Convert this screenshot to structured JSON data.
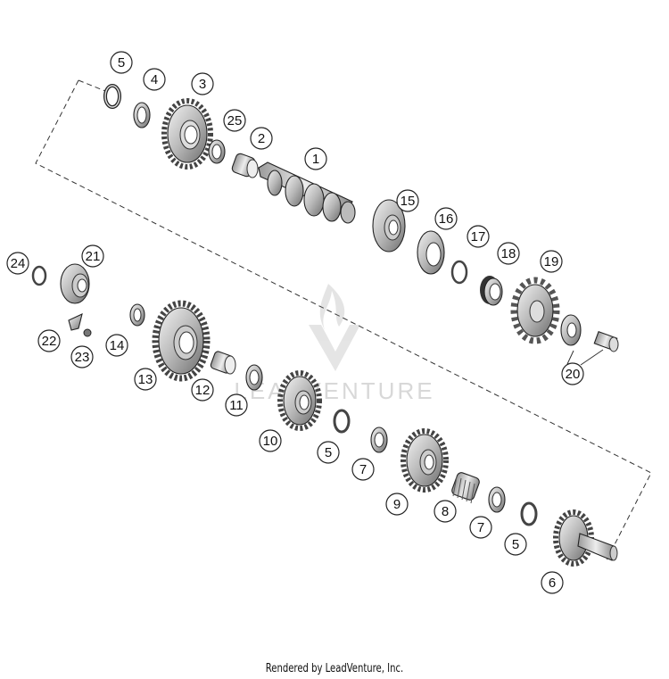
{
  "title": "",
  "footer": "Rendered by LeadVenture, Inc.",
  "watermark": "LEADVENTURE",
  "callouts": [
    {
      "id": "c-5a",
      "label": "5"
    },
    {
      "id": "c-4",
      "label": "4"
    },
    {
      "id": "c-3",
      "label": "3"
    },
    {
      "id": "c-25",
      "label": "25"
    },
    {
      "id": "c-2",
      "label": "2"
    },
    {
      "id": "c-1",
      "label": "1"
    },
    {
      "id": "c-15",
      "label": "15"
    },
    {
      "id": "c-16",
      "label": "16"
    },
    {
      "id": "c-17",
      "label": "17"
    },
    {
      "id": "c-18",
      "label": "18"
    },
    {
      "id": "c-19",
      "label": "19"
    },
    {
      "id": "c-20",
      "label": "20"
    },
    {
      "id": "c-24",
      "label": "24"
    },
    {
      "id": "c-21",
      "label": "21"
    },
    {
      "id": "c-22",
      "label": "22"
    },
    {
      "id": "c-23",
      "label": "23"
    },
    {
      "id": "c-14",
      "label": "14"
    },
    {
      "id": "c-13",
      "label": "13"
    },
    {
      "id": "c-12",
      "label": "12"
    },
    {
      "id": "c-11",
      "label": "11"
    },
    {
      "id": "c-10",
      "label": "10"
    },
    {
      "id": "c-5b",
      "label": "5"
    },
    {
      "id": "c-7a",
      "label": "7"
    },
    {
      "id": "c-9",
      "label": "9"
    },
    {
      "id": "c-8",
      "label": "8"
    },
    {
      "id": "c-7b",
      "label": "7"
    },
    {
      "id": "c-5c",
      "label": "5"
    },
    {
      "id": "c-6",
      "label": "6"
    }
  ]
}
